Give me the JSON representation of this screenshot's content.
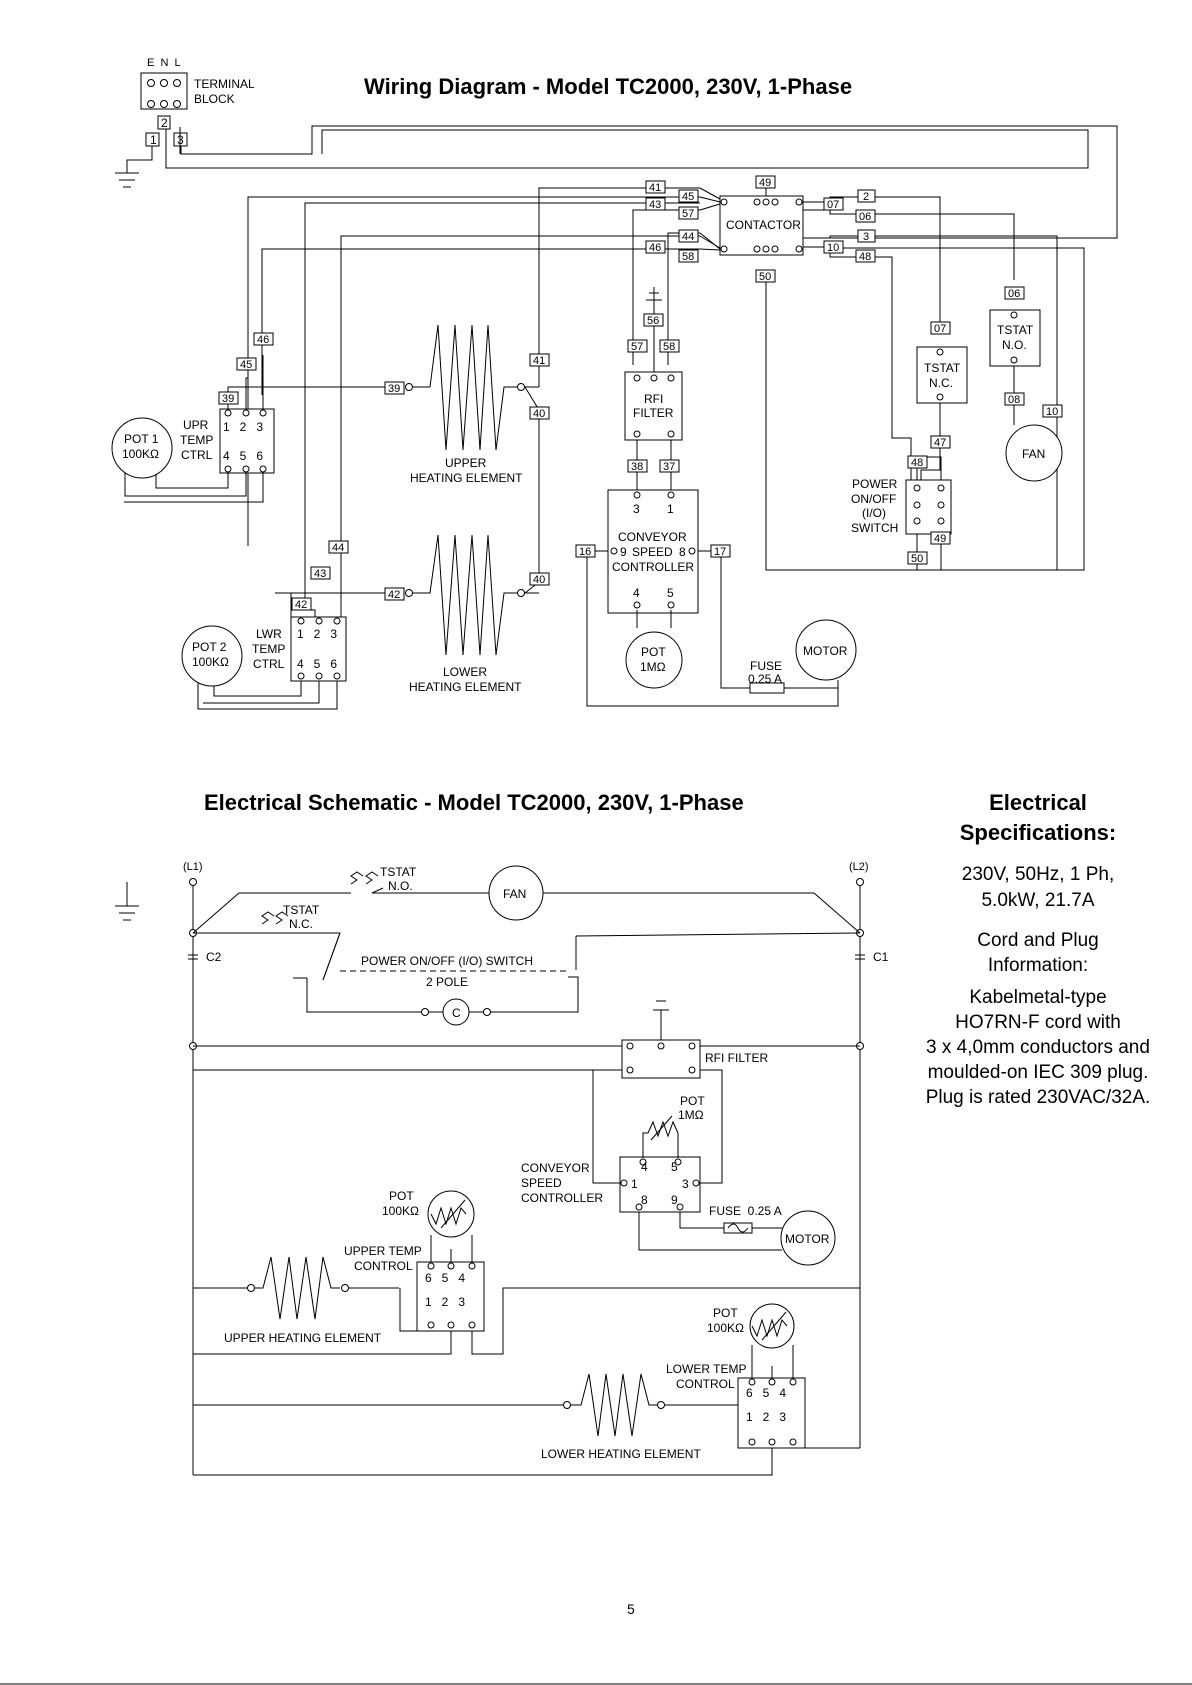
{
  "wiring": {
    "title": "Wiring Diagram - Model TC2000, 230V, 1-Phase",
    "terminal_letters": "E  N  L",
    "terminal_block": [
      "TERMINAL",
      "BLOCK"
    ],
    "term_labels": [
      "1",
      "2",
      "3"
    ],
    "contactor": "CONTACTOR",
    "rfi_filter": [
      "RFI",
      "FILTER"
    ],
    "conveyor": [
      "CONVEYOR",
      "SPEED",
      "CONTROLLER"
    ],
    "conv_pins": {
      "p3": "3",
      "p1": "1",
      "p9": "9",
      "p8": "8",
      "p4": "4",
      "p5": "5"
    },
    "upper_element": [
      "UPPER",
      "HEATING ELEMENT"
    ],
    "lower_element": [
      "LOWER",
      "HEATING ELEMENT"
    ],
    "upr_ctrl": [
      "UPR",
      "TEMP",
      "CTRL"
    ],
    "lwr_ctrl": [
      "LWR",
      "TEMP",
      "CTRL"
    ],
    "ctrl_pins_top": "1   2   3",
    "ctrl_pins_bot": "4   5   6",
    "pot1": [
      "POT 1",
      "100KΩ"
    ],
    "pot2": [
      "POT 2",
      "100KΩ"
    ],
    "pot_conv": [
      "POT",
      "1MΩ"
    ],
    "motor": "MOTOR",
    "fuse": [
      "FUSE",
      "0.25 A"
    ],
    "fan": "FAN",
    "tstat_nc": [
      "TSTAT",
      "N.C."
    ],
    "tstat_no": [
      "TSTAT",
      "N.O."
    ],
    "power_switch": [
      "POWER",
      "ON/OFF",
      "(I/O)",
      "SWITCH"
    ],
    "wire_labels": {
      "w41a": "41",
      "w43a": "43",
      "w45a": "45",
      "w57": "57",
      "w44a": "44",
      "w46a": "46",
      "w58": "58",
      "w49a": "49",
      "w50a": "50",
      "w07a": "07",
      "w06a": "06",
      "w10a": "10",
      "w48a": "48",
      "w2": "2",
      "w3": "3",
      "w56": "56",
      "w57b": "57",
      "w58b": "58",
      "w38": "38",
      "w37": "37",
      "w16": "16",
      "w17": "17",
      "w41b": "41",
      "w40a": "40",
      "w40b": "40",
      "w39a": "39",
      "w39b": "39",
      "w42a": "42",
      "w42b": "42",
      "w46b": "46",
      "w45b": "45",
      "w44b": "44",
      "w43b": "43",
      "w06b": "06",
      "w07b": "07",
      "w08": "08",
      "w10b": "10",
      "w47": "47",
      "w48b": "48",
      "w49b": "49",
      "w50b": "50"
    }
  },
  "schematic": {
    "title": "Electrical Schematic - Model TC2000, 230V, 1-Phase",
    "l1": "(L1)",
    "l2": "(L2)",
    "c2": "C2",
    "c1": "C1",
    "tstat_no": [
      "TSTAT",
      "N.O."
    ],
    "tstat_nc": [
      "TSTAT",
      "N.C."
    ],
    "fan": "FAN",
    "power_switch": "POWER ON/OFF (I/O) SWITCH",
    "two_pole": "2 POLE",
    "coil": "C",
    "rfi_filter": "RFI FILTER",
    "pot_conv": [
      "POT",
      "1MΩ"
    ],
    "conveyor": [
      "CONVEYOR",
      "SPEED",
      "CONTROLLER"
    ],
    "conv_pins": {
      "p4": "4",
      "p5": "5",
      "p1": "1",
      "p3": "3",
      "p8": "8",
      "p9": "9"
    },
    "fuse": "FUSE  0.25 A",
    "motor": "MOTOR",
    "pot_upper": [
      "POT",
      "100KΩ"
    ],
    "upper_ctrl": [
      "UPPER TEMP",
      "CONTROL"
    ],
    "upper_pins_top": "6   5   4",
    "upper_pins_bot": "1   2   3",
    "upper_element": "UPPER HEATING ELEMENT",
    "pot_lower": [
      "POT",
      "100KΩ"
    ],
    "lower_ctrl": [
      "LOWER TEMP",
      "CONTROL"
    ],
    "lower_pins_top": "6   5   4",
    "lower_pins_bot": "1   2   3",
    "lower_element": "LOWER HEATING ELEMENT"
  },
  "specs": {
    "title": [
      "Electrical",
      "Specifications:"
    ],
    "lines": [
      "230V, 50Hz, 1 Ph,",
      "5.0kW, 21.7A"
    ],
    "cord_title": [
      "Cord and Plug",
      "Information:"
    ],
    "cord_lines": [
      "Kabelmetal-type",
      "HO7RN-F cord with",
      "3 x 4,0mm conductors and",
      "moulded-on IEC 309 plug.",
      "Plug is rated 230VAC/32A."
    ]
  },
  "page_number": "5"
}
